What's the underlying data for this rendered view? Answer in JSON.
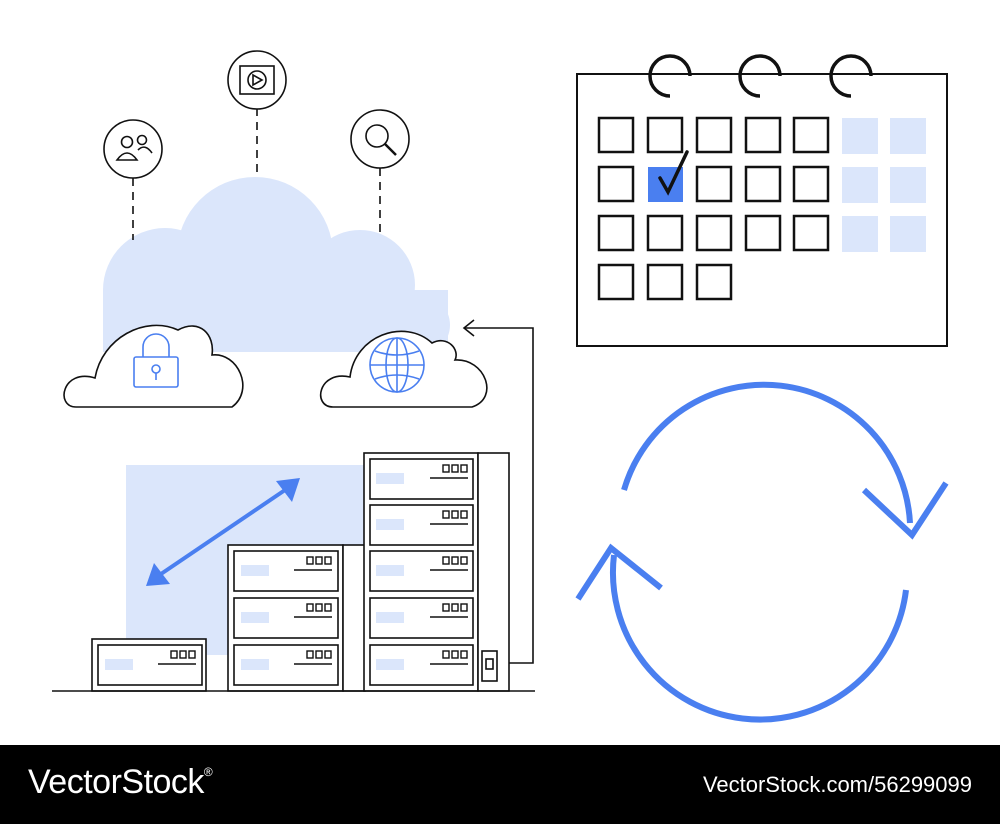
{
  "colors": {
    "accent": "#4a7ff0",
    "light_fill": "#dbe6fb",
    "line": "#111111",
    "footer_bg": "#000000",
    "footer_text": "#ffffff"
  },
  "icons": [
    "users-icon",
    "video-play-icon",
    "search-icon",
    "lock-icon",
    "globe-icon",
    "calendar-icon",
    "checkmark-icon",
    "sync-arrows-icon",
    "double-arrow-icon",
    "server-rack-icon"
  ],
  "calendar": {
    "checked_cell": "row 2, column 2"
  },
  "footer": {
    "brand": "VectorStock",
    "brand_mark": "®",
    "image_id": "VectorStock.com/56299099"
  }
}
